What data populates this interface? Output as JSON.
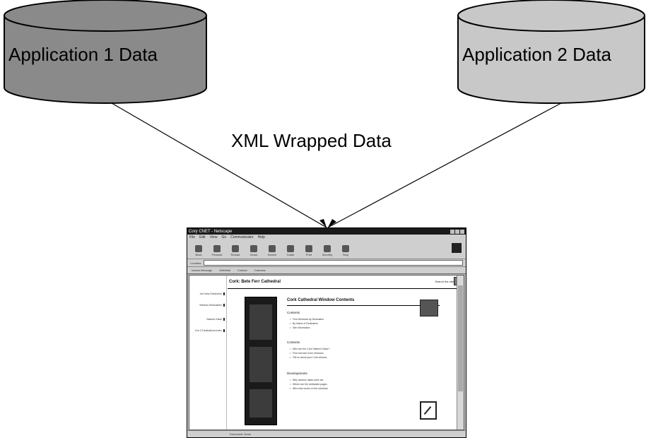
{
  "diagram": {
    "left_cylinder_label": "Application 1 Data",
    "right_cylinder_label": "Application 2 Data",
    "center_label": "XML Wrapped Data",
    "left_cylinder_color": "#8a8a8a",
    "right_cylinder_color": "#c8c8c8"
  },
  "browser": {
    "title": "Cory CNET - Netscape",
    "menu": [
      "File",
      "Edit",
      "View",
      "Go",
      "Communicator",
      "Help"
    ],
    "toolbar": [
      "Back",
      "Forward",
      "Reload",
      "Home",
      "Search",
      "Guide",
      "Print",
      "Security",
      "Stop"
    ],
    "address_label": "Location:",
    "links": [
      "Instant Message",
      "WebMail",
      "Contact",
      "Calendar"
    ],
    "page_header": "Cork: Bete Ferr Cathedral",
    "page_header_right": "Search the site",
    "nav_links": [
      "Joe New Directories",
      "Window Dedications",
      "Stained Glass",
      "A to Z Dedications Index"
    ],
    "section_title": "Cork Cathedral Window Contents",
    "subhead_1": "Contents",
    "bullets_1": [
      "Find Windows by Dedication",
      "By Name of Dedication",
      "Site Information"
    ],
    "subhead_2": "Contents",
    "bullets_2": [
      "Who are the Cork Stained Glass?",
      "Find and see more windows",
      "Tell us about your Cork window"
    ],
    "subhead_3": "Developments",
    "bullets_3": [
      "Why window dates were set",
      "Where are the dedicated pages",
      "Who else works on the windows"
    ],
    "status": "Document: Done"
  }
}
